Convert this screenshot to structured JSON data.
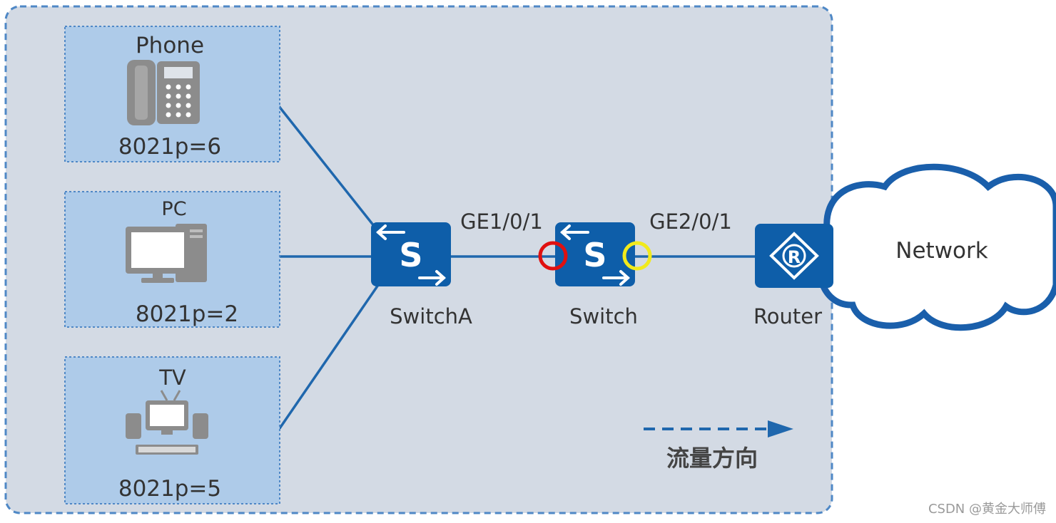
{
  "devices": {
    "phone": {
      "name": "Phone",
      "priority": "8021p=6"
    },
    "pc": {
      "name": "PC",
      "priority": "8021p=2"
    },
    "tv": {
      "name": "TV",
      "priority": "8021p=5"
    }
  },
  "switches": {
    "switch_a": {
      "name": "SwitchA",
      "glyph": "S"
    },
    "switch": {
      "name": "Switch",
      "glyph": "S"
    }
  },
  "router": {
    "name": "Router",
    "glyph": "R"
  },
  "network": {
    "name": "Network"
  },
  "ports": {
    "ingress": "GE1/0/1",
    "egress": "GE2/0/1"
  },
  "legend": {
    "flow_direction": "流量方向"
  },
  "watermark": "CSDN @黄金大师傅",
  "colors": {
    "panel_fill": "#d3dae4",
    "panel_border": "#4f88c6",
    "device_box": "#aecbe9",
    "link": "#1f67ad",
    "switch_fill": "#0e5ea9",
    "icon_gray": "#8c8c8c",
    "ingress_marker": "#e01010",
    "egress_marker": "#f1ea1c"
  }
}
